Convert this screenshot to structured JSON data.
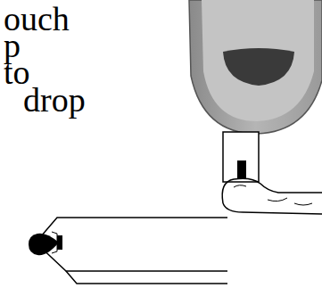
{
  "diagram": {
    "labels": [
      "ouch",
      "p",
      "to",
      "drop"
    ]
  }
}
